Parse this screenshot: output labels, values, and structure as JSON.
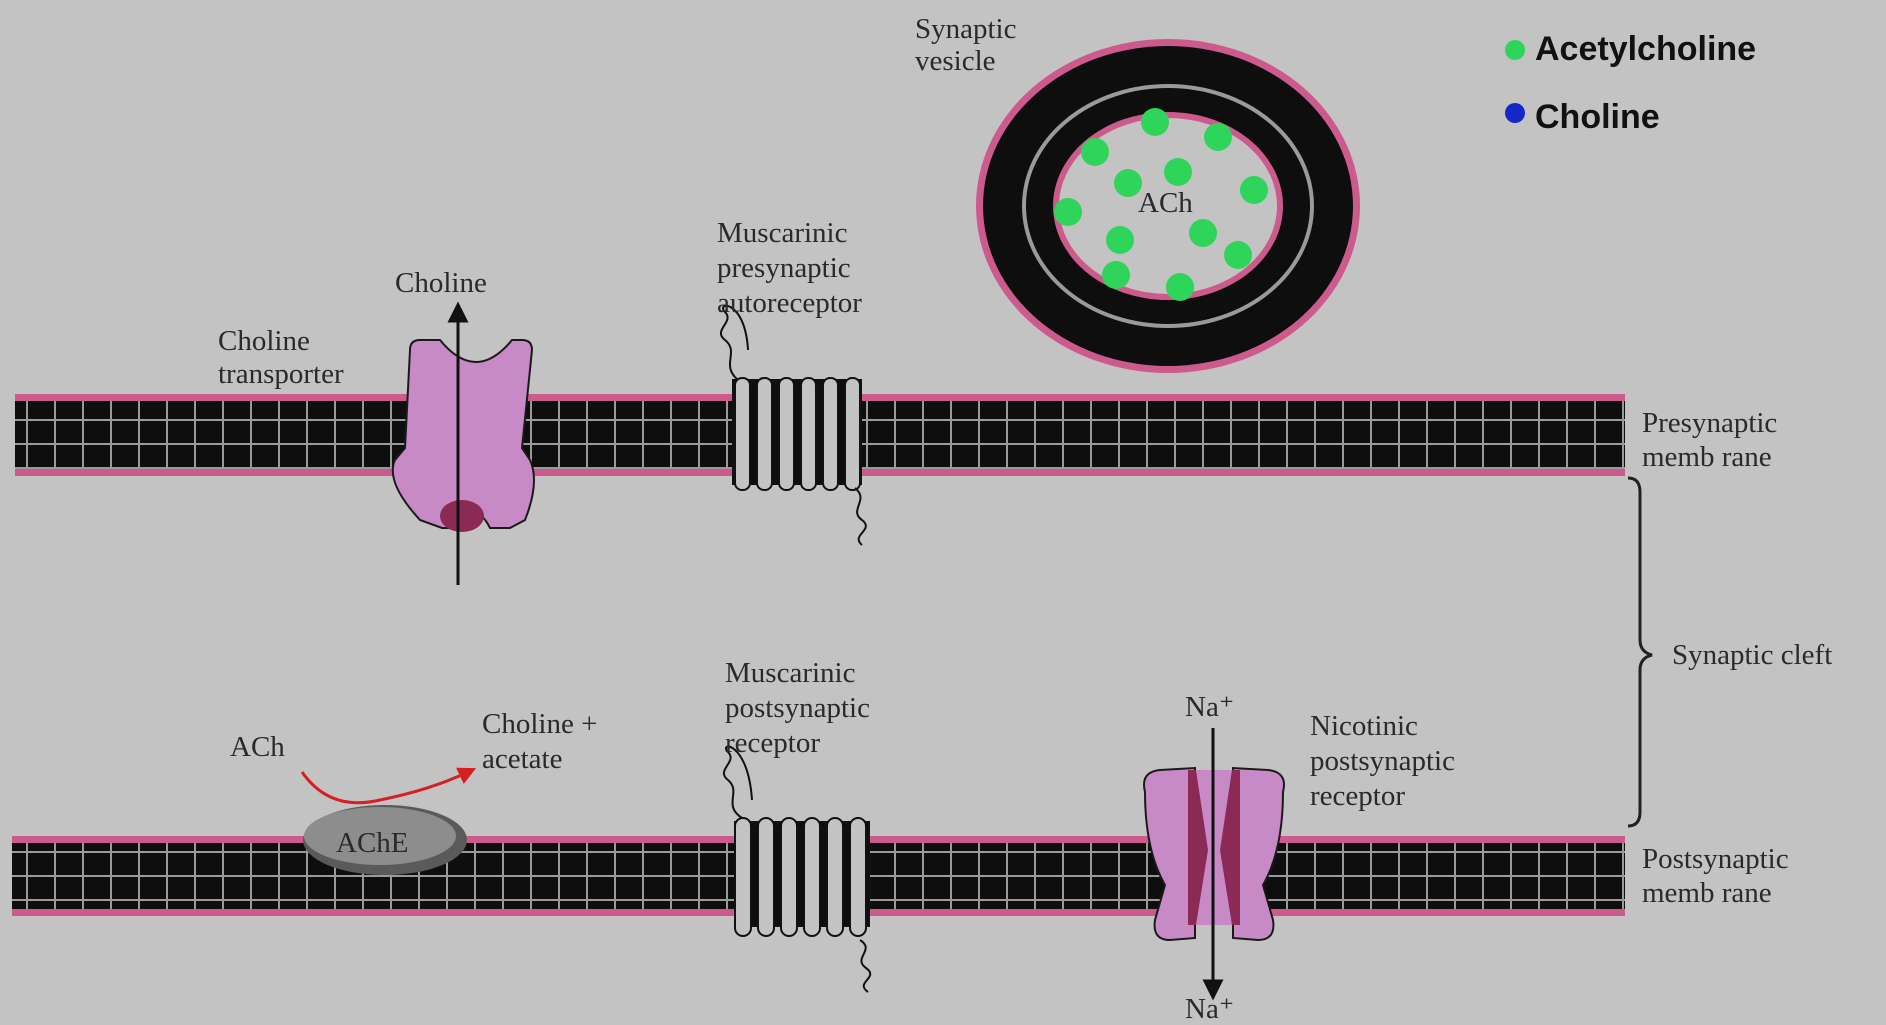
{
  "legend": {
    "items": [
      {
        "label": "Acetylcholine",
        "color": "#2fd45a"
      },
      {
        "label": "Choline",
        "color": "#1428c8"
      }
    ]
  },
  "vesicle": {
    "label_lines": [
      "Synaptic",
      "vesicle"
    ],
    "content_label": "ACh",
    "molecule": "acetylcholine"
  },
  "presynaptic": {
    "membrane_label": [
      "Presynaptic",
      "memb rane"
    ],
    "transporter_label": [
      "Choline",
      "transporter"
    ],
    "choline_label": "Choline",
    "autoreceptor_label": [
      "Muscarinic",
      "presynaptic",
      "autoreceptor"
    ]
  },
  "cleft": {
    "label": "Synaptic cleft"
  },
  "postsynaptic": {
    "membrane_label": [
      "Postsynaptic",
      "memb rane"
    ],
    "ache_label": "AChE",
    "ach_label": "ACh",
    "products_label": [
      "Choline +",
      "acetate"
    ],
    "muscarinic_label": [
      "Muscarinic",
      "postsynaptic",
      "receptor"
    ],
    "nicotinic_label": [
      "Nicotinic",
      "postsynaptic",
      "receptor"
    ],
    "na_top": "Na⁺",
    "na_bottom": "Na⁺"
  },
  "colors": {
    "background": "#c3c3c3",
    "membrane_dark": "#0e0e0e",
    "membrane_pink": "#cc5a8c",
    "protein": "#c78ac6",
    "channel_core": "#8a2a55",
    "enzyme": "#8d8d8d",
    "arrow_red": "#d42020"
  }
}
